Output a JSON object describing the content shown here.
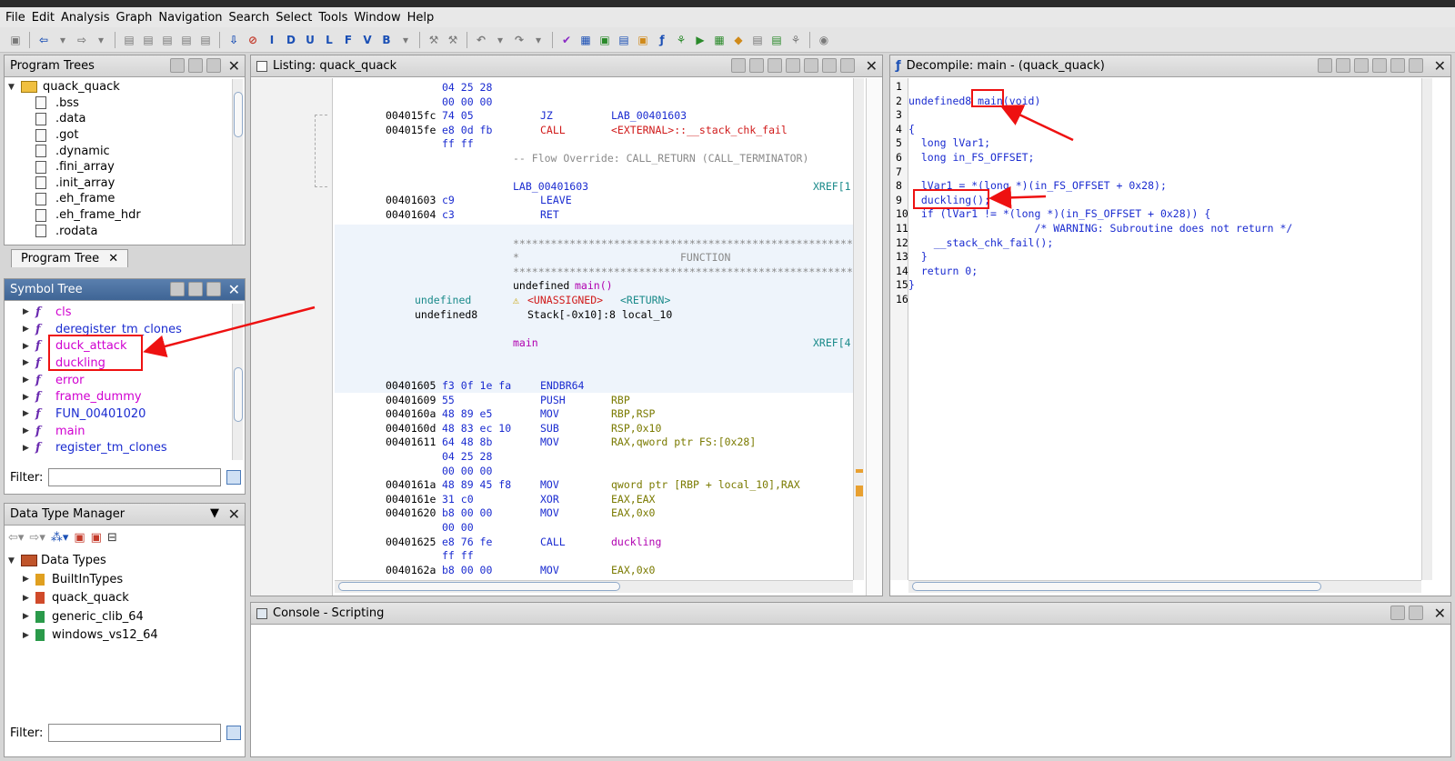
{
  "menu": [
    "File",
    "Edit",
    "Analysis",
    "Graph",
    "Navigation",
    "Search",
    "Select",
    "Tools",
    "Window",
    "Help"
  ],
  "program_trees": {
    "title": "Program Trees",
    "root": "quack_quack",
    "items": [
      ".bss",
      ".data",
      ".got",
      ".dynamic",
      ".fini_array",
      ".init_array",
      ".eh_frame",
      ".eh_frame_hdr",
      ".rodata"
    ],
    "tab": "Program Tree"
  },
  "symbol_tree": {
    "title": "Symbol Tree",
    "items": [
      {
        "label": "cls",
        "color": "mag"
      },
      {
        "label": "deregister_tm_clones",
        "color": "lnk"
      },
      {
        "label": "duck_attack",
        "color": "mag"
      },
      {
        "label": "duckling",
        "color": "mag"
      },
      {
        "label": "error",
        "color": "mag"
      },
      {
        "label": "frame_dummy",
        "color": "mag"
      },
      {
        "label": "FUN_00401020",
        "color": "lnk"
      },
      {
        "label": "main",
        "color": "mag"
      },
      {
        "label": "register_tm_clones",
        "color": "lnk"
      }
    ],
    "filter_label": "Filter:"
  },
  "data_type_manager": {
    "title": "Data Type Manager",
    "root": "Data Types",
    "items": [
      "BuiltInTypes",
      "quack_quack",
      "generic_clib_64",
      "windows_vs12_64"
    ],
    "filter_label": "Filter:"
  },
  "listing": {
    "title": "Listing:  quack_quack",
    "flow_override": "-- Flow Override: CALL_RETURN (CALL_TERMINATOR)",
    "stars": "**********************************************************************",
    "function_word": "FUNCTION",
    "star_single": "*",
    "signature": "undefined main()",
    "sig_ret_type": "undefined",
    "sig_name": "main()",
    "unassigned": "<UNASSIGNED>",
    "return": "<RETURN>",
    "undefined_kw": "undefined",
    "undefined8_kw": "undefined8",
    "stack_var": "Stack[-0x10]:8 local_10",
    "main_label": "main",
    "xref1": "XREF[1",
    "xref4": "XREF[4",
    "lab": "LAB_00401603",
    "rows_top": [
      {
        "addr": "",
        "bytes": "04 25 28",
        "mn": "",
        "op": ""
      },
      {
        "addr": "",
        "bytes": "00 00 00",
        "mn": "",
        "op": ""
      },
      {
        "addr": "004015fc",
        "bytes": "74 05",
        "mn": "JZ",
        "op": "LAB_00401603"
      },
      {
        "addr": "004015fe",
        "bytes": "e8 0d fb",
        "mn": "CALL",
        "op": "<EXTERNAL>::__stack_chk_fail"
      },
      {
        "addr": "",
        "bytes": "ff ff",
        "mn": "",
        "op": ""
      }
    ],
    "rows_mid": [
      {
        "addr": "00401603",
        "bytes": "c9",
        "mn": "LEAVE",
        "op": ""
      },
      {
        "addr": "00401604",
        "bytes": "c3",
        "mn": "RET",
        "op": ""
      }
    ],
    "rows_bottom": [
      {
        "addr": "00401605",
        "bytes": "f3 0f 1e fa",
        "mn": "ENDBR64",
        "op": ""
      },
      {
        "addr": "00401609",
        "bytes": "55",
        "mn": "PUSH",
        "op": "RBP"
      },
      {
        "addr": "0040160a",
        "bytes": "48 89 e5",
        "mn": "MOV",
        "op": "RBP,RSP"
      },
      {
        "addr": "0040160d",
        "bytes": "48 83 ec 10",
        "mn": "SUB",
        "op": "RSP,0x10"
      },
      {
        "addr": "00401611",
        "bytes": "64 48 8b",
        "mn": "MOV",
        "op": "RAX,qword ptr FS:[0x28]"
      },
      {
        "addr": "",
        "bytes": "04 25 28",
        "mn": "",
        "op": ""
      },
      {
        "addr": "",
        "bytes": "00 00 00",
        "mn": "",
        "op": ""
      },
      {
        "addr": "0040161a",
        "bytes": "48 89 45 f8",
        "mn": "MOV",
        "op": "qword ptr [RBP + local_10],RAX"
      },
      {
        "addr": "0040161e",
        "bytes": "31 c0",
        "mn": "XOR",
        "op": "EAX,EAX"
      },
      {
        "addr": "00401620",
        "bytes": "b8 00 00",
        "mn": "MOV",
        "op": "EAX,0x0"
      },
      {
        "addr": "",
        "bytes": "00 00",
        "mn": "",
        "op": ""
      },
      {
        "addr": "00401625",
        "bytes": "e8 76 fe",
        "mn": "CALL",
        "op": "duckling"
      },
      {
        "addr": "",
        "bytes": "ff ff",
        "mn": "",
        "op": ""
      },
      {
        "addr": "0040162a",
        "bytes": "b8 00 00",
        "mn": "MOV",
        "op": "EAX,0x0"
      }
    ]
  },
  "decompile": {
    "title": "Decompile: main -  (quack_quack)",
    "lines": [
      "",
      "undefined8 main(void)",
      "",
      "{",
      "  long lVar1;",
      "  long in_FS_OFFSET;",
      "",
      "  lVar1 = *(long *)(in_FS_OFFSET + 0x28);",
      "  duckling();",
      "  if (lVar1 != *(long *)(in_FS_OFFSET + 0x28)) {",
      "                    /* WARNING: Subroutine does not return */",
      "    __stack_chk_fail();",
      "  }",
      "  return 0;",
      "}",
      ""
    ],
    "line_numbers": [
      "1",
      "2",
      "3",
      "4",
      "5",
      "6",
      "7",
      "8",
      "9",
      "10",
      "11",
      "12",
      "13",
      "14",
      "15",
      "16"
    ]
  },
  "console": {
    "title": "Console - Scripting"
  },
  "colors": {
    "annotation": "#ee1111",
    "active_title": "#4a6fa0",
    "link": "#1a2bd0",
    "magenta": "#d000d0"
  }
}
